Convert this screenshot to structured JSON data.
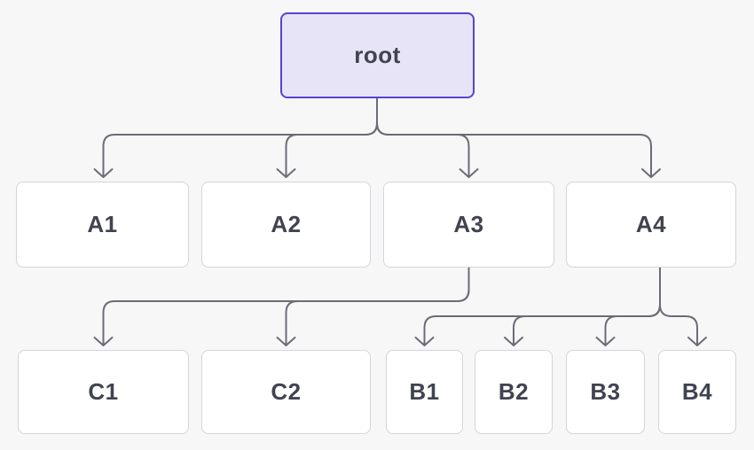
{
  "diagram": {
    "background": "#f7f7f8",
    "colors": {
      "edge": "#6c6c77",
      "node_fill": "#ffffff",
      "node_border": "#d5d5db",
      "root_fill": "#e8e4f8",
      "root_border": "#5643d3",
      "label": "#414350"
    },
    "edges": [
      {
        "from": "root",
        "to": "A1"
      },
      {
        "from": "root",
        "to": "A2"
      },
      {
        "from": "root",
        "to": "A3"
      },
      {
        "from": "root",
        "to": "A4"
      },
      {
        "from": "A3",
        "to": "C1"
      },
      {
        "from": "A3",
        "to": "C2"
      },
      {
        "from": "A4",
        "to": "B1"
      },
      {
        "from": "A4",
        "to": "B2"
      },
      {
        "from": "A4",
        "to": "B3"
      },
      {
        "from": "A4",
        "to": "B4"
      }
    ]
  },
  "nodes": [
    {
      "id": "root",
      "label": "root"
    },
    {
      "id": "A1",
      "label": "A1"
    },
    {
      "id": "A2",
      "label": "A2"
    },
    {
      "id": "A3",
      "label": "A3"
    },
    {
      "id": "A4",
      "label": "A4"
    },
    {
      "id": "C1",
      "label": "C1"
    },
    {
      "id": "C2",
      "label": "C2"
    },
    {
      "id": "B1",
      "label": "B1"
    },
    {
      "id": "B2",
      "label": "B2"
    },
    {
      "id": "B3",
      "label": "B3"
    },
    {
      "id": "B4",
      "label": "B4"
    }
  ]
}
